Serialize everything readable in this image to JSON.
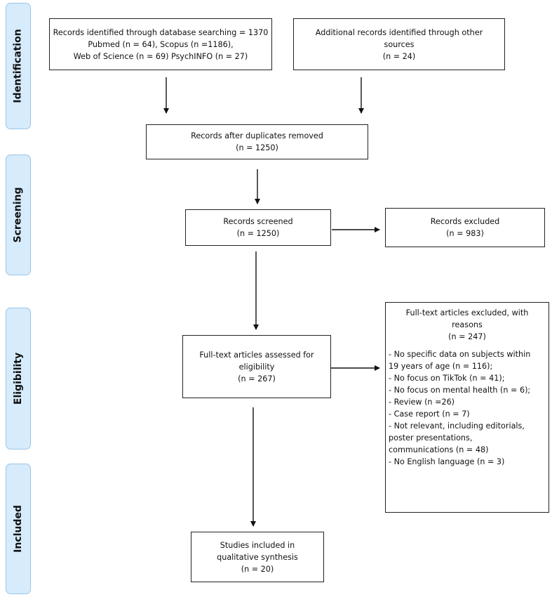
{
  "phases": {
    "identification": "Identification",
    "screening": "Screening",
    "eligibility": "Eligibility",
    "included": "Included"
  },
  "boxes": {
    "database_search": {
      "lines": [
        "Records identified through database searching = 1370",
        "Pubmed (n = 64), Scopus (n =1186),",
        "Web of Science (n = 69) PsychINFO (n = 27)"
      ]
    },
    "other_sources": {
      "lines": [
        "Additional records identified through other",
        "sources",
        "(n = 24)"
      ]
    },
    "duplicates_removed": {
      "lines": [
        "Records after duplicates removed",
        "(n = 1250)"
      ]
    },
    "records_screened": {
      "lines": [
        "Records screened",
        "(n = 1250)"
      ]
    },
    "records_excluded": {
      "lines": [
        "Records excluded",
        "(n = 983)"
      ]
    },
    "fulltext_assessed": {
      "lines": [
        "Full-text articles assessed for",
        "eligibility",
        "(n = 267)"
      ]
    },
    "fulltext_excluded": {
      "lines": [
        "Full-text articles excluded, with",
        "reasons",
        "(n = 247)"
      ],
      "reasons": [
        "- No specific data on subjects within",
        "19 years of age (n = 116);",
        "- No focus on TikTok (n = 41);",
        "- No focus on mental health (n = 6);",
        "- Review (n =26)",
        "- Case report (n = 7)",
        "- Not relevant, including editorials,",
        "poster presentations,",
        "communications (n = 48)",
        "- No English language (n = 3)"
      ]
    },
    "studies_included": {
      "lines": [
        "Studies included in",
        "qualitative synthesis",
        "(n = 20)"
      ]
    }
  }
}
